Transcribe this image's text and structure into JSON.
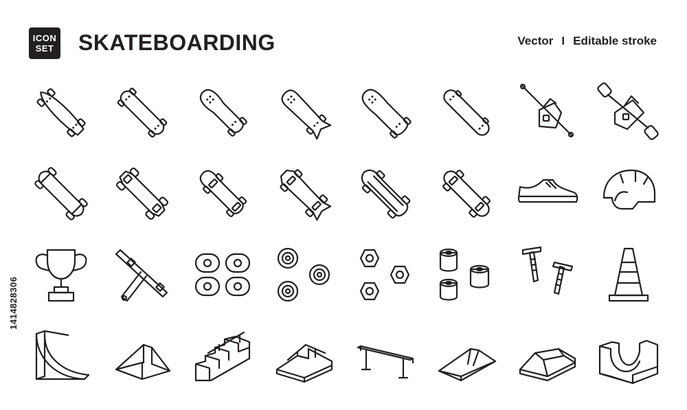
{
  "badge": {
    "line1": "ICON",
    "line2": "SET"
  },
  "title": "SKATEBOARDING",
  "tagline": {
    "left": "Vector",
    "separator": "I",
    "right": "Editable stroke"
  },
  "side_id": "1414828306",
  "colors": {
    "ink": "#231f20",
    "background": "#ffffff"
  },
  "icons": [
    "longboard-pintail-icon",
    "longboard-cruiser-icon",
    "penny-board-icon",
    "fishtail-cruiser-icon",
    "old-school-skateboard-icon",
    "skateboard-deck-icon",
    "truck-side-icon",
    "truck-front-icon",
    "longboard-wheels-icon",
    "drop-through-longboard-icon",
    "mini-cruiser-icon",
    "shaped-deck-icon",
    "old-school-board-bottom-icon",
    "skateboard-bottom-icon",
    "skate-shoe-icon",
    "helmet-icon",
    "trophy-icon",
    "t-tool-icon",
    "wheels-icon",
    "bearings-icon",
    "nuts-icon",
    "bushings-icon",
    "kingpin-bolts-icon",
    "traffic-cone-icon",
    "quarter-pipe-icon",
    "launch-ramp-icon",
    "stair-set-icon",
    "handrail-ramp-icon",
    "flat-rail-icon",
    "pyramid-ramp-icon",
    "funbox-icon",
    "mini-ramp-icon"
  ]
}
